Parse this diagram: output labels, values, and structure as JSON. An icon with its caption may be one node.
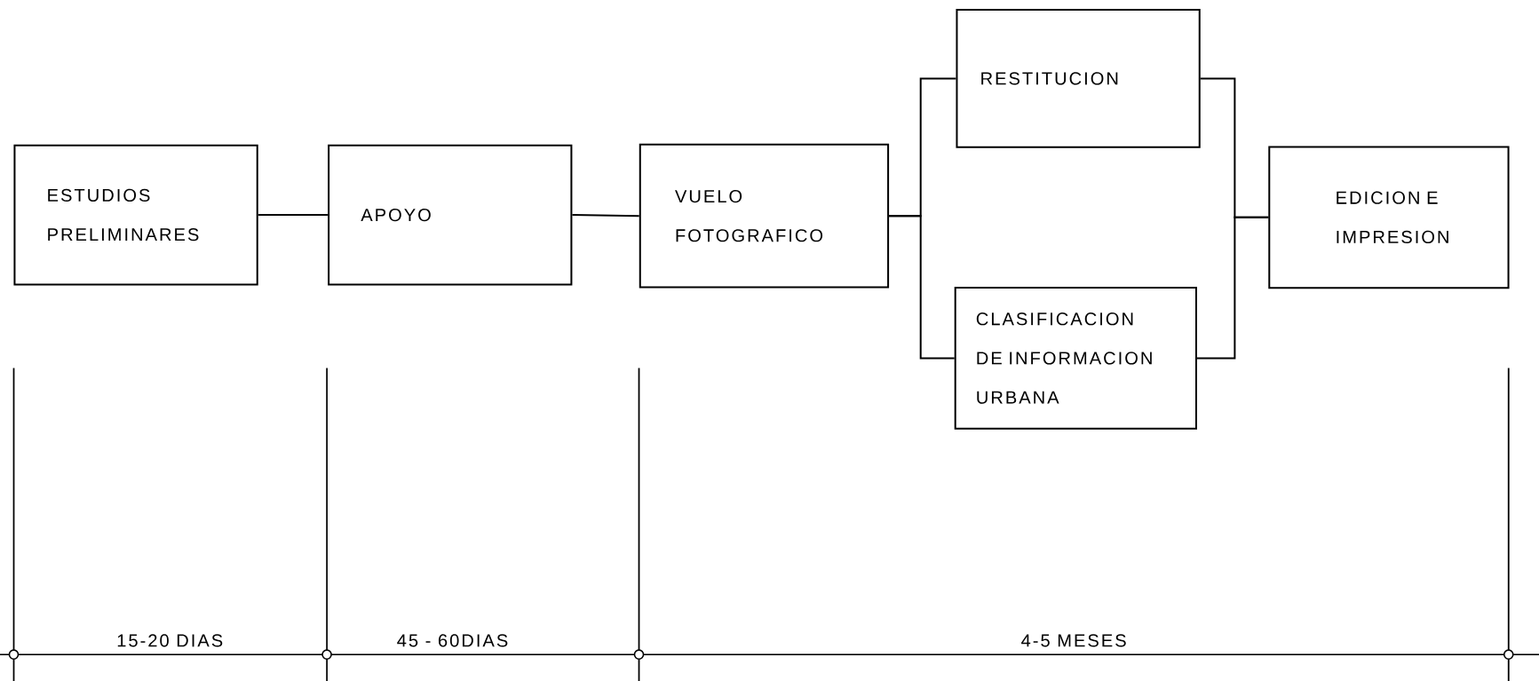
{
  "diagram": {
    "nodes": [
      {
        "text": [
          "ESTUDIOS PRELIMINARES"
        ]
      },
      {
        "text": [
          "APOYO"
        ]
      },
      {
        "text": [
          "VUELO FOTOGRAFICO"
        ]
      },
      {
        "text": [
          "RESTITUCION"
        ]
      },
      {
        "text": [
          "CLASIFICACION DE INFORMACION URBANA"
        ]
      },
      {
        "text": [
          "EDICION E IMPRESION"
        ]
      }
    ],
    "edges": [
      {
        "from": 0,
        "to": 1,
        "arrow": "none"
      },
      {
        "from": 1,
        "to": 2,
        "arrow": "none"
      },
      {
        "from": 2,
        "to": 3,
        "arrow": "none"
      },
      {
        "from": 2,
        "to": 4,
        "arrow": "none"
      },
      {
        "from": 3,
        "to": 5,
        "arrow": "none"
      },
      {
        "from": 4,
        "to": 5,
        "arrow": "none"
      }
    ],
    "labels": [
      "15-20 DIAS",
      "45 - 60DIAS",
      "4-5 MESES"
    ]
  }
}
